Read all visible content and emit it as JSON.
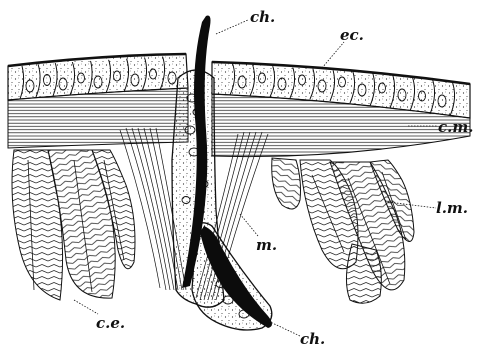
{
  "figure": {
    "labels": {
      "ch_top": "ch.",
      "ec": "ec.",
      "cm": "c.m.",
      "lm": "l.m.",
      "m": "m.",
      "ce": "c.e.",
      "ch_bottom": "ch."
    }
  },
  "colors": {
    "ink": "#111111",
    "background": "#ffffff"
  }
}
